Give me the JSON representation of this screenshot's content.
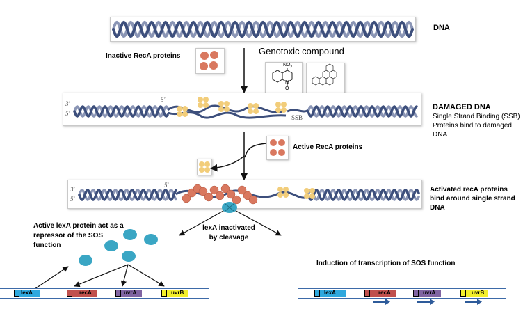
{
  "labels": {
    "dna": "DNA",
    "inactive_reca": "Inactive RecA proteins",
    "genotoxic": "Genotoxic compound",
    "damaged_title": "DAMAGED DNA",
    "damaged_desc": "Single Strand Binding (SSB) Proteins bind to damaged DNA",
    "active_reca": "Active RecA proteins",
    "activated_reca": "Activated recA proteins bind around single strand DNA",
    "active_lexa": "Active lexA protein act as a repressor of the SOS function",
    "lexa_inactivated": "lexA inactivated by cleavage",
    "induction": "Induction of transcription of SOS function",
    "ssb": "SSB",
    "three_prime": "3'",
    "five_prime": "5'",
    "no2": "NO",
    "no2_sub": "2",
    "n_atom": "N",
    "o_minus": "O"
  },
  "genes_left": [
    "lexA",
    "recA",
    "uvrA",
    "uvrB"
  ],
  "genes_right": [
    "lexA",
    "recA",
    "uvrA",
    "uvrB"
  ],
  "colors": {
    "helix": "#3d4f7c",
    "helix_back": "#8a95b5",
    "recA": "#d9785f",
    "ssb": "#f2cd7a",
    "lexA_protein": "#3aa6c4",
    "arrow_blue": "#2e5b9a",
    "gene_lexA": "#2fa8de",
    "gene_recA": "#c0504d",
    "gene_uvrA": "#8064a2",
    "gene_uvrB": "#f2ef2a"
  }
}
